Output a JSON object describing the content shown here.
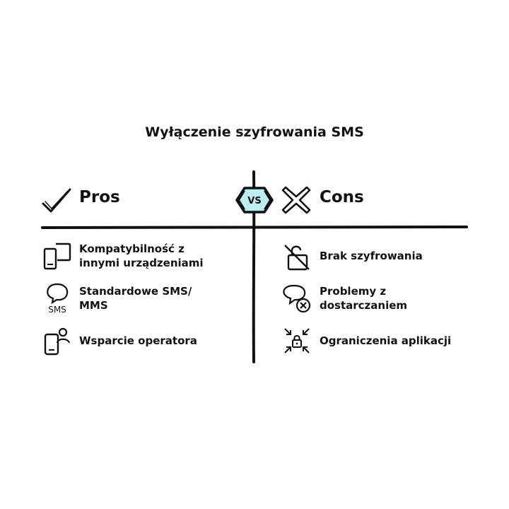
{
  "title": "Wyłączenie szyfrowania SMS",
  "vs_label": "VS",
  "pros": {
    "label": "Pros",
    "items": [
      {
        "text": "Kompatybilność z\ninnymi urządzeniami",
        "icon": "devices-icon"
      },
      {
        "text": "Standardowe SMS/\nMMS",
        "icon": "sms-bubble-icon"
      },
      {
        "text": "Wsparcie operatora",
        "icon": "phone-person-icon"
      }
    ]
  },
  "cons": {
    "label": "Cons",
    "items": [
      {
        "text": "Brak szyfrowania",
        "icon": "unlocked-crossed-icon"
      },
      {
        "text": "Problemy z\ndostarczaniem",
        "icon": "message-error-icon"
      },
      {
        "text": "Ograniczenia aplikacji",
        "icon": "lock-compress-icon"
      }
    ]
  },
  "colors": {
    "ink": "#111111",
    "vs_fill": "#bdeff2"
  }
}
